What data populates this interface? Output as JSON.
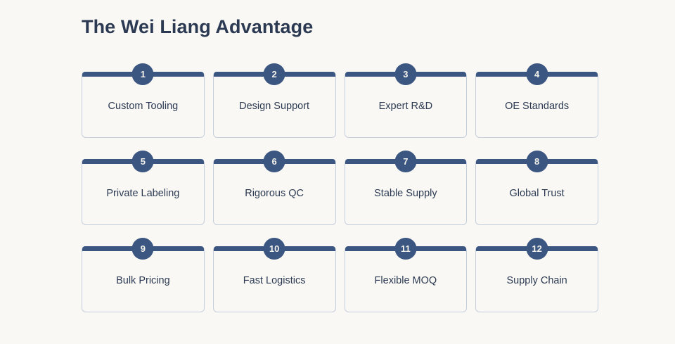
{
  "header": {
    "title": "The Wei Liang Advantage"
  },
  "theme": {
    "page_background": "#faf8f4",
    "accent": "#3b5680",
    "card_background": "#faf8f4",
    "card_border": "#c5cedb",
    "text": "#2b3a52",
    "badge_text": "#f3f1ec"
  },
  "cards": [
    {
      "number": "1",
      "label": "Custom Tooling"
    },
    {
      "number": "2",
      "label": "Design Support"
    },
    {
      "number": "3",
      "label": "Expert R&D"
    },
    {
      "number": "4",
      "label": "OE Standards"
    },
    {
      "number": "5",
      "label": "Private Labeling"
    },
    {
      "number": "6",
      "label": "Rigorous QC"
    },
    {
      "number": "7",
      "label": "Stable Supply"
    },
    {
      "number": "8",
      "label": "Global Trust"
    },
    {
      "number": "9",
      "label": "Bulk Pricing"
    },
    {
      "number": "10",
      "label": "Fast Logistics"
    },
    {
      "number": "11",
      "label": "Flexible MOQ"
    },
    {
      "number": "12",
      "label": "Supply Chain"
    }
  ]
}
